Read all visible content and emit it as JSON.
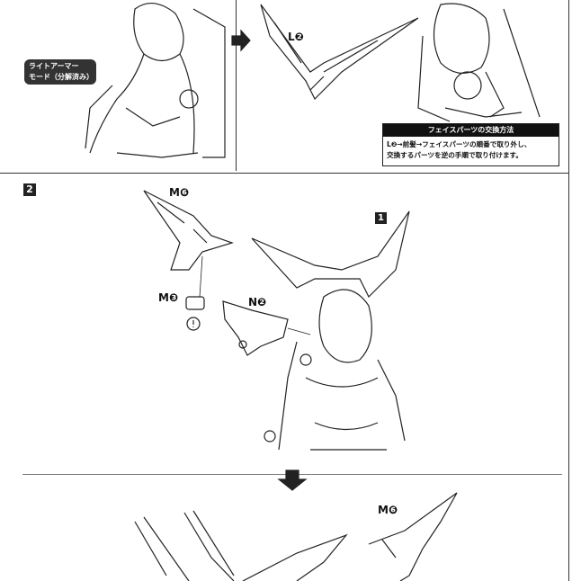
{
  "top_panel": {
    "mode_badge": [
      "ライトアーマー",
      "モード（分解済み）"
    ],
    "part_label_l2": "L❷",
    "info_box": {
      "title": "フェイスパーツの交換方法",
      "lines": [
        "L❷→前髪→フェイスパーツの順番で取り外し、",
        "交換するパーツを逆の手順で取り付けます。"
      ]
    }
  },
  "step2": {
    "step_number": "2",
    "ref_step": "1",
    "labels": {
      "m6": "M❻",
      "m3": "M❸",
      "n2": "N❷"
    },
    "caution_icon": "exclamation-circle-icon"
  },
  "bottom_panel": {
    "label_m6": "M❻",
    "arrow_icon": "down-arrow-icon"
  }
}
